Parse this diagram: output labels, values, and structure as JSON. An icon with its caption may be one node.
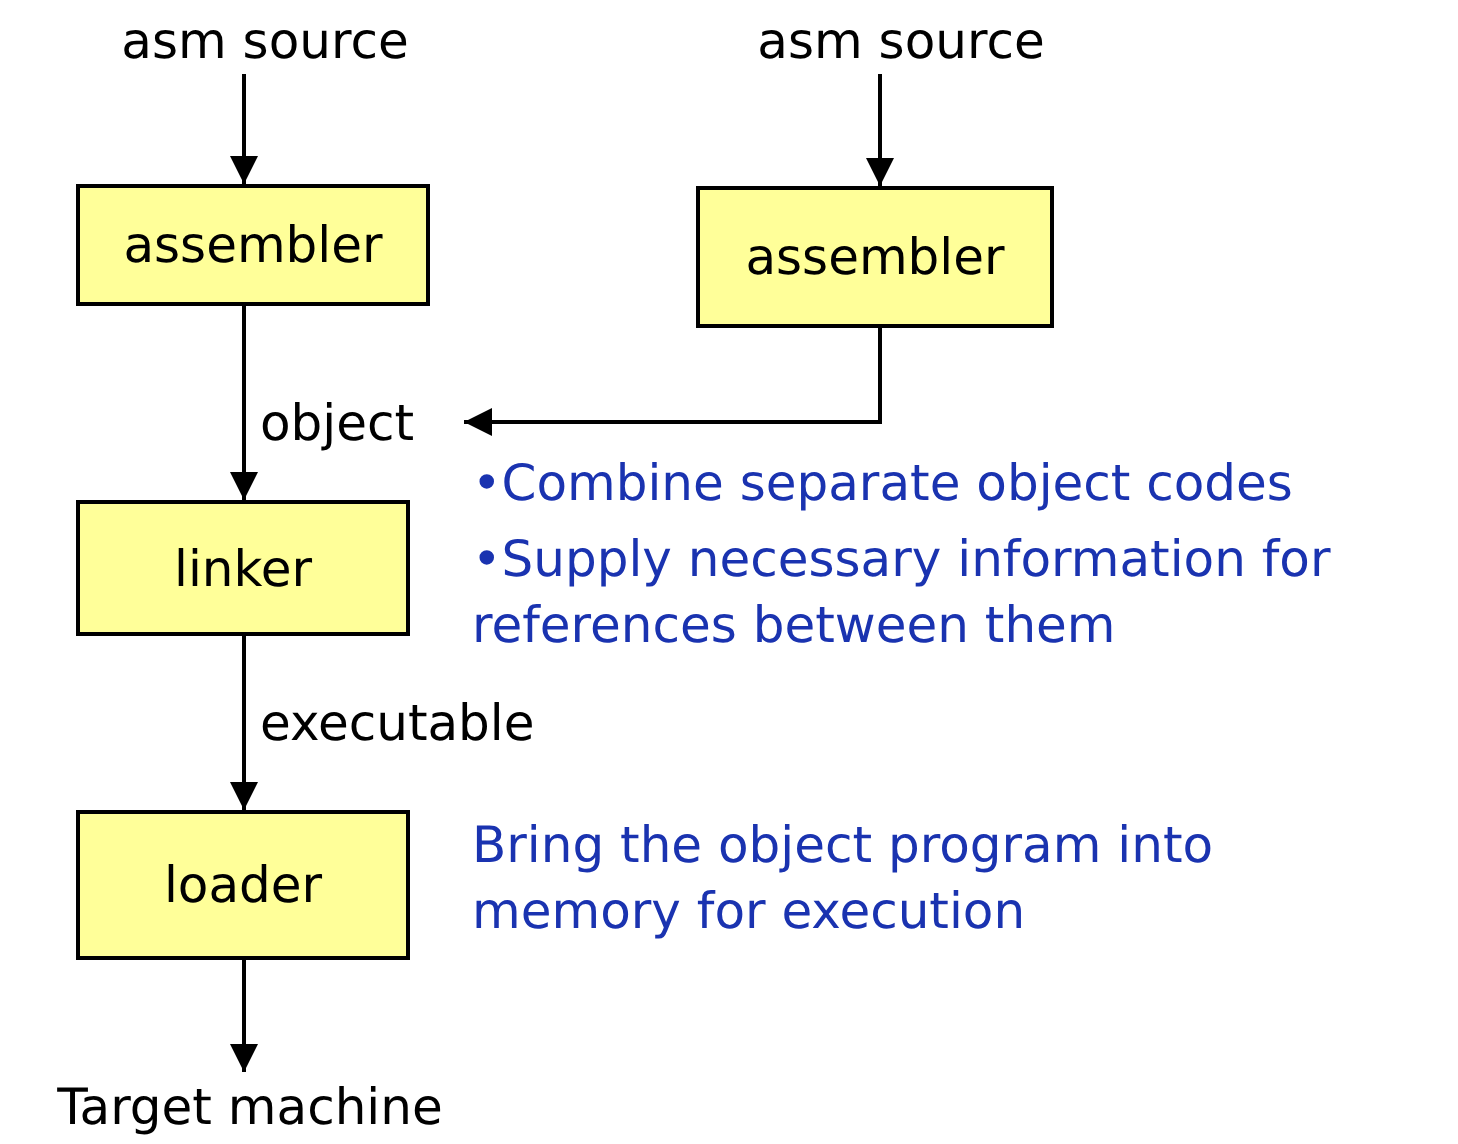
{
  "diagram": {
    "nodes": [
      {
        "text": [
          "asm source"
        ]
      },
      {
        "text": [
          "asm source"
        ]
      },
      {
        "text": [
          "assembler"
        ]
      },
      {
        "text": [
          "assembler"
        ]
      },
      {
        "text": [
          "object"
        ]
      },
      {
        "text": [
          "linker"
        ],
        "beside": [
          "•Combine separate object codes",
          "•Supply necessary information for references between them"
        ]
      },
      {
        "text": [
          "loader"
        ],
        "beside": [
          "Bring the object program into memory for execution"
        ]
      },
      {
        "text": [
          "Target machine"
        ]
      }
    ],
    "edges": [
      {
        "from": 0,
        "to": 2,
        "arrow": "to"
      },
      {
        "from": 1,
        "to": 3,
        "arrow": "to"
      },
      {
        "from": 2,
        "to": 4,
        "arrow": "none"
      },
      {
        "from": 3,
        "to": 4,
        "arrow": "to"
      },
      {
        "from": 4,
        "to": 5,
        "arrow": "to"
      },
      {
        "from": 5,
        "to": 6,
        "label": "executable",
        "arrow": "to"
      },
      {
        "from": 6,
        "to": 7,
        "arrow": "to"
      }
    ]
  }
}
